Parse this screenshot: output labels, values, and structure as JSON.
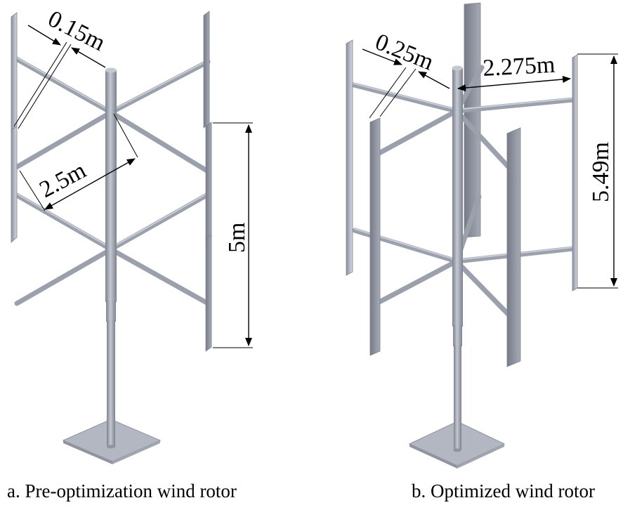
{
  "figure": {
    "left": {
      "caption": "a. Pre-optimization wind rotor",
      "dimensions": {
        "chord": "0.15m",
        "radius": "2.5m",
        "height": "5m"
      }
    },
    "right": {
      "caption": "b. Optimized wind rotor",
      "dimensions": {
        "chord": "0.25m",
        "radius": "2.275m",
        "height": "5.49m"
      }
    }
  },
  "colors": {
    "metal_dark": "#7d828f",
    "metal_mid": "#a4a9b5",
    "metal_light": "#d3d6de",
    "base": "#b3b7c2"
  }
}
